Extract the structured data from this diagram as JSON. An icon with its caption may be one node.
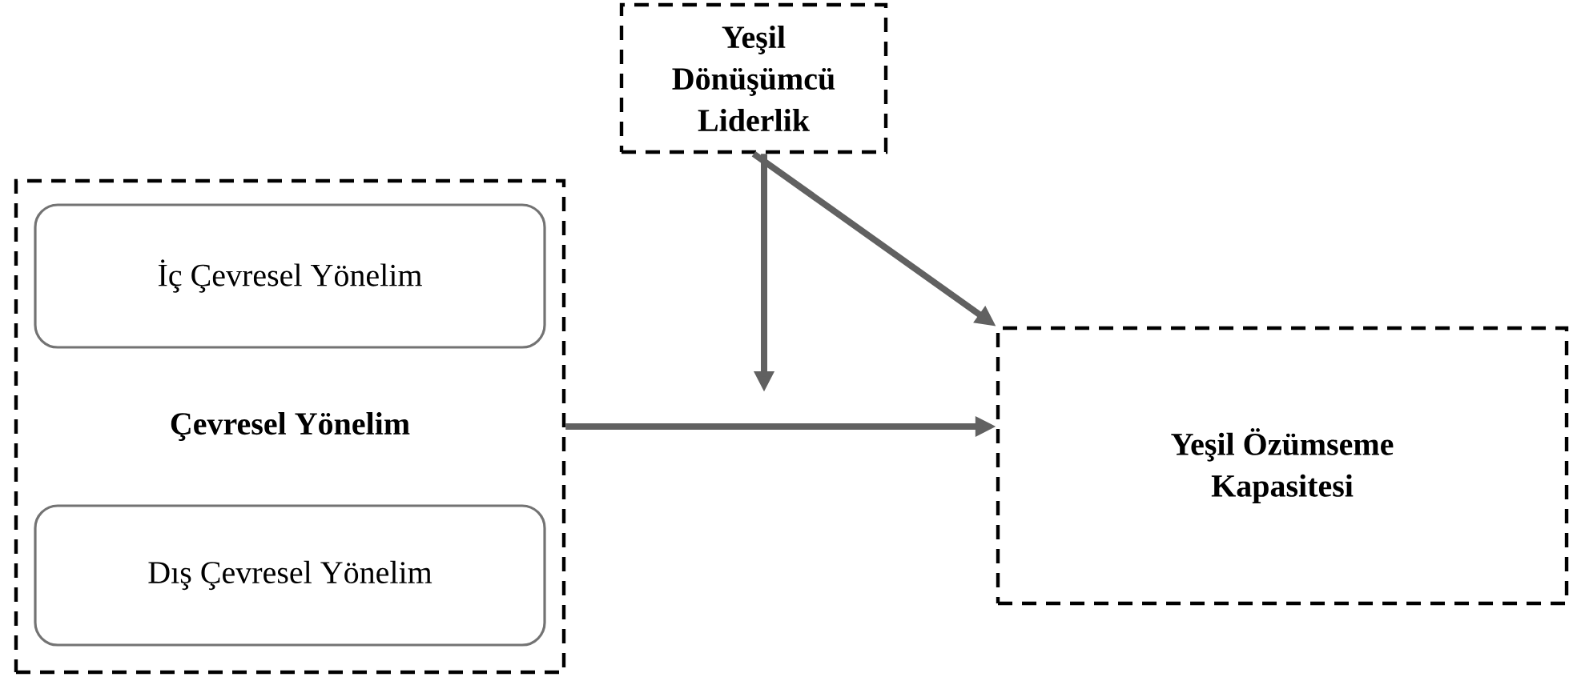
{
  "diagram": {
    "nodes": [
      {
        "text": [
          "Yeşil Dönüşümcü Liderlik"
        ]
      },
      {
        "text": [
          "Çevresel Yönelim"
        ]
      },
      {
        "text": [
          "İç Çevresel Yönelim"
        ],
        "in": 1
      },
      {
        "text": [
          "Dış Çevresel Yönelim"
        ],
        "in": 1
      },
      {
        "text": [
          "Yeşil Özümseme Kapasitesi"
        ]
      }
    ],
    "edges": [
      {
        "from": 1,
        "to": 4,
        "arrow": "to"
      },
      {
        "from": 0,
        "to": 4,
        "arrow": "to"
      },
      {
        "from": 0,
        "to": null,
        "arrow": "to"
      }
    ]
  }
}
